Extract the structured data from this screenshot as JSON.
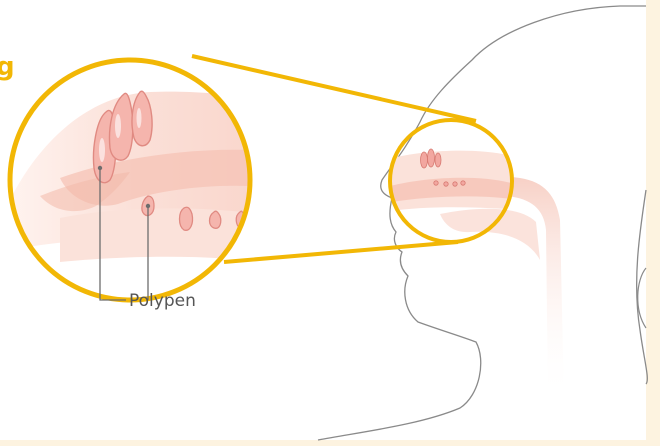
{
  "title_fragment": "g",
  "labels": {
    "polyp_label": "Polypen"
  },
  "colors": {
    "accent": "#f2b705",
    "tissue_light": "#fbe2da",
    "tissue_mid": "#f6c3b5",
    "polyp_fill": "#f2a7a0",
    "outline": "#8a8a8a",
    "frame_bg": "#fdf3e0"
  },
  "icons": {
    "magnifier": "zoom-circle"
  }
}
